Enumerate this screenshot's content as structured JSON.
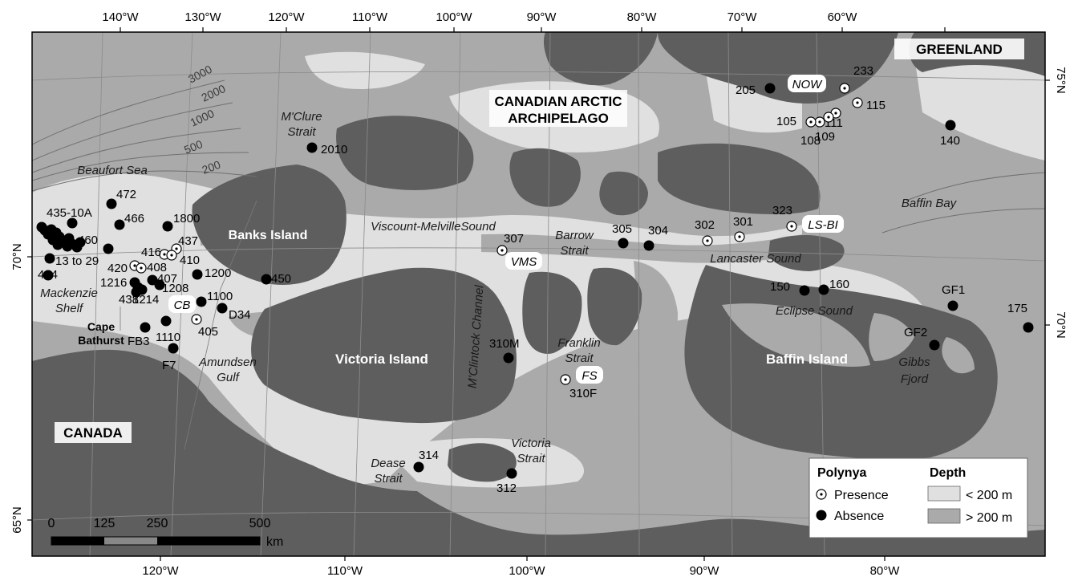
{
  "axes": {
    "top_lon": [
      "140°W",
      "130°W",
      "120°W",
      "110°W",
      "100°W",
      "90°W",
      "80°W",
      "70°W",
      "60°W"
    ],
    "bottom_lon": [
      "120°W",
      "110°W",
      "100°W",
      "90°W",
      "80°W"
    ],
    "left_lat": [
      "70°N",
      "65°N"
    ],
    "right_lat": [
      "75°N",
      "70°N"
    ]
  },
  "regions": {
    "greenland": "GREENLAND",
    "canada": "CANADA",
    "archipelago_line1": "CANADIAN ARCTIC",
    "archipelago_line2": "ARCHIPELAGO",
    "banks_island": "Banks Island",
    "victoria_island": "Victoria Island",
    "baffin_island": "Baffin Island",
    "cape_line1": "Cape",
    "cape_line2": "Bathurst"
  },
  "water_names": {
    "beaufort_sea": "Beaufort Sea",
    "mclure_line1": "M'Clure",
    "mclure_line2": "Strait",
    "viscount_melville": "Viscount-MelvilleSound",
    "barrow_line1": "Barrow",
    "barrow_line2": "Strait",
    "lancaster_sound": "Lancaster Sound",
    "baffin_bay": "Baffin Bay",
    "eclipse_sound": "Eclipse Sound",
    "mclintock": "M'Clintock Channel",
    "franklin_line1": "Franklin",
    "franklin_line2": "Strait",
    "mackenzie_line1": "Mackenzie",
    "mackenzie_line2": "Shelf",
    "amundsen_line1": "Amundsen",
    "amundsen_line2": "Gulf",
    "dease_line1": "Dease",
    "dease_line2": "Strait",
    "victoria_strait_line1": "Victoria",
    "victoria_strait_line2": "Strait",
    "gibbs_line1": "Gibbs",
    "gibbs_line2": "Fjord"
  },
  "polynya_names": {
    "now": "NOW",
    "lsbi": "LS-BI",
    "vms": "VMS",
    "fs": "FS",
    "cb": "CB"
  },
  "contours": [
    "3000",
    "2000",
    "1000",
    "500",
    "200"
  ],
  "stations": [
    {
      "label": "233",
      "polynya": "presence"
    },
    {
      "label": "205",
      "polynya": "absence"
    },
    {
      "label": "115",
      "polynya": "presence"
    },
    {
      "label": "111",
      "polynya": "presence"
    },
    {
      "label": "109",
      "polynya": "presence"
    },
    {
      "label": "108",
      "polynya": "presence"
    },
    {
      "label": "105",
      "polynya": "presence"
    },
    {
      "label": "140",
      "polynya": "absence"
    },
    {
      "label": "2010",
      "polynya": "absence"
    },
    {
      "label": "323",
      "polynya": "presence"
    },
    {
      "label": "302",
      "polynya": "presence"
    },
    {
      "label": "301",
      "polynya": "presence"
    },
    {
      "label": "305",
      "polynya": "absence"
    },
    {
      "label": "304",
      "polynya": "absence"
    },
    {
      "label": "307",
      "polynya": "presence"
    },
    {
      "label": "150",
      "polynya": "absence"
    },
    {
      "label": "160",
      "polynya": "absence"
    },
    {
      "label": "GF1",
      "polynya": "absence"
    },
    {
      "label": "175",
      "polynya": "absence"
    },
    {
      "label": "GF2",
      "polynya": "absence"
    },
    {
      "label": "310M",
      "polynya": "absence"
    },
    {
      "label": "310F",
      "polynya": "presence"
    },
    {
      "label": "314",
      "polynya": "absence"
    },
    {
      "label": "312",
      "polynya": "absence"
    },
    {
      "label": "472",
      "polynya": "absence"
    },
    {
      "label": "435-10A",
      "polynya": "absence"
    },
    {
      "label": "466",
      "polynya": "absence"
    },
    {
      "label": "1800",
      "polynya": "absence"
    },
    {
      "label": "460",
      "polynya": "absence"
    },
    {
      "label": "437",
      "polynya": "presence"
    },
    {
      "label": "416",
      "polynya": "presence"
    },
    {
      "label": "410",
      "polynya": "presence"
    },
    {
      "label": "13 to 29",
      "polynya": "absence"
    },
    {
      "label": "420",
      "polynya": "presence"
    },
    {
      "label": "408",
      "polynya": "presence"
    },
    {
      "label": "434",
      "polynya": "absence"
    },
    {
      "label": "1200",
      "polynya": "absence"
    },
    {
      "label": "407",
      "polynya": "absence"
    },
    {
      "label": "1216",
      "polynya": "absence"
    },
    {
      "label": "1208",
      "polynya": "absence"
    },
    {
      "label": "1100",
      "polynya": "absence"
    },
    {
      "label": "438",
      "polynya": "absence"
    },
    {
      "label": "1214",
      "polynya": "absence"
    },
    {
      "label": "450",
      "polynya": "absence"
    },
    {
      "label": "D34",
      "polynya": "absence"
    },
    {
      "label": "405",
      "polynya": "presence"
    },
    {
      "label": "FB3",
      "polynya": "absence"
    },
    {
      "label": "1110",
      "polynya": "absence"
    },
    {
      "label": "F7",
      "polynya": "absence"
    }
  ],
  "legend": {
    "polynya_title": "Polynya",
    "presence": "Presence",
    "absence": "Absence",
    "depth_title": "Depth",
    "shallow": "< 200 m",
    "deep": "> 200 m"
  },
  "scale_bar": {
    "ticks": [
      "0",
      "125",
      "250",
      "500"
    ],
    "unit": "km"
  },
  "colors": {
    "land": "#5e5e5e",
    "shallow_water": "#e0e0e0",
    "deep_water": "#aaaaaa",
    "frame": "#000000"
  }
}
